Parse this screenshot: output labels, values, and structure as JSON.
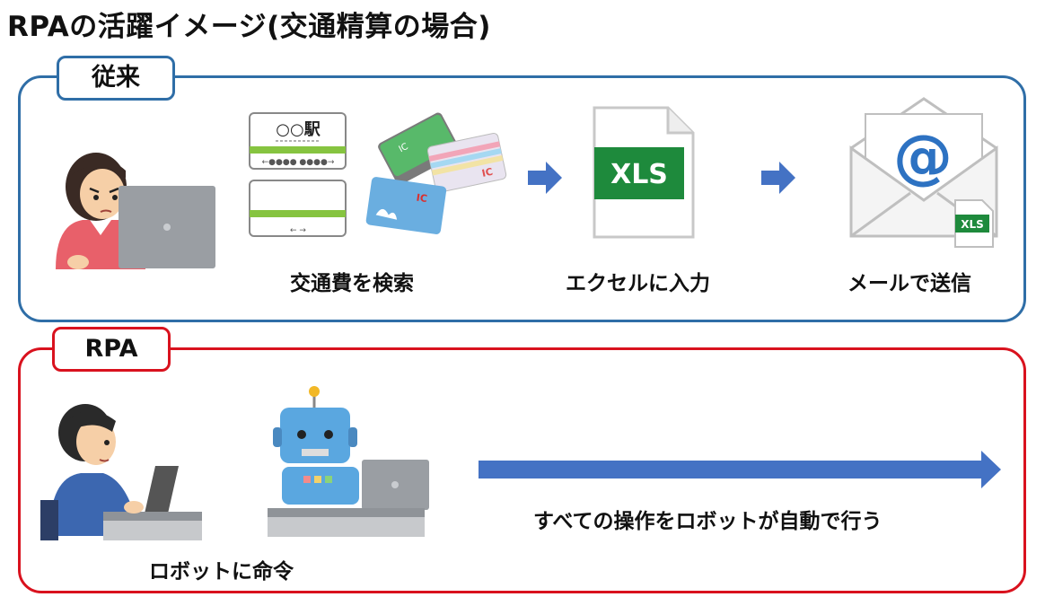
{
  "title": "RPAの活躍イメージ(交通精算の場合)",
  "traditional": {
    "tag": "従来",
    "ticket_station": "○○駅",
    "ic_text": "IC",
    "xls_text": "XLS",
    "at_symbol": "@",
    "steps": [
      "交通費を検索",
      "エクセルに入力",
      "メールで送信"
    ]
  },
  "rpa": {
    "tag": "RPA",
    "command_label": "ロボットに命令",
    "auto_label": "すべての操作をロボットが自動で行う"
  },
  "colors": {
    "blue_frame": "#2f6ea7",
    "red_frame": "#d9121e",
    "arrow": "#4472c4",
    "excel_green": "#1e8a3c"
  }
}
